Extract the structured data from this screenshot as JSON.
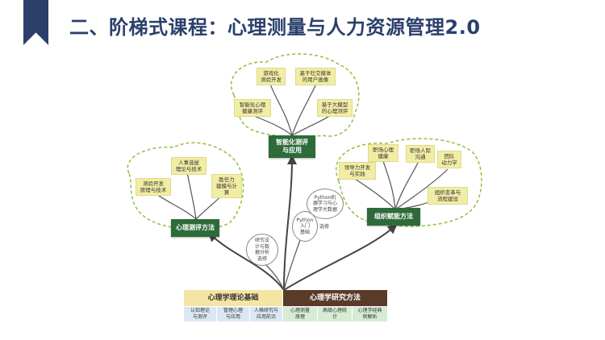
{
  "title": "二、阶梯式课程：心理测量与人力资源管理2.0",
  "colors": {
    "title": "#2b3f6b",
    "hub": "#2e6b3a",
    "leaf": "#f2eda5",
    "branch": "#555555",
    "dashed_border": "#8fbf3c",
    "foundation_left": "#f5e5a4",
    "foundation_right": "#5a3a28"
  },
  "foundation": {
    "left_title": "心理学理论基础",
    "right_title": "心理学研究方法",
    "left_items": [
      "认知理论\n与测评",
      "管理心理\n与应用",
      "人格研究与\n应用前沿"
    ],
    "right_items": [
      "心理测量\n原理",
      "高级心理统\n计",
      "心理学经典\n例解析"
    ]
  },
  "branches": {
    "left": {
      "hub": "心理测评方法",
      "leaves": [
        "测验开发\n原理与技术",
        "人事选拔\n理论与技术",
        "胜任力\n建模与计算"
      ]
    },
    "top": {
      "hub": "智能化测评\n与应用",
      "leaves": [
        "智能化心理\n健康测评",
        "游戏化\n测验开发",
        "基于社交媒体\n的用户画像",
        "基于大模型\n的心理测评"
      ]
    },
    "right": {
      "hub": "组织赋能方法",
      "leaves": [
        "领导力开发\n与实践",
        "职场心理\n健康",
        "职场人际\n沟通",
        "团队\n动力学",
        "组织变革与\n流程建设"
      ]
    }
  },
  "electives": [
    {
      "text": "研究设\n计与数\n据分析",
      "tag": "选修"
    },
    {
      "text": "Python\n入门\n基础",
      "tag": "选修"
    },
    {
      "text": "Python机\n器学习与心\n理学大数据",
      "tag": ""
    }
  ]
}
